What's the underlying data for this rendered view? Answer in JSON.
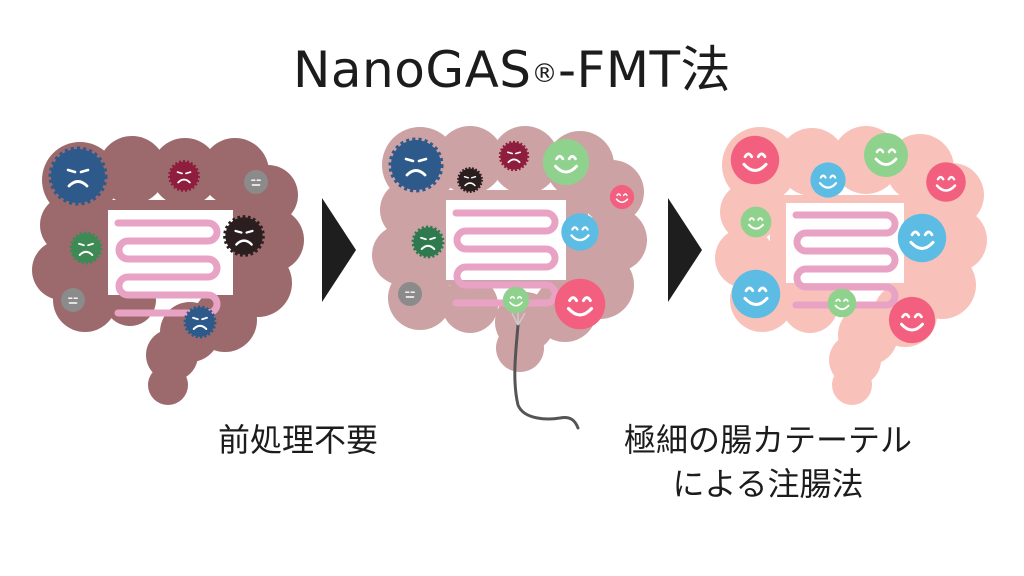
{
  "title": {
    "main": "NanoGAS",
    "mark": "®",
    "suffix": "-FMT法"
  },
  "captions": {
    "no_pretreatment": "前処理不要",
    "catheter_line1": "極細の腸カテーテル",
    "catheter_line2": "による注腸法"
  },
  "colors": {
    "intestine_before": "#9c6a6c",
    "intestine_middle": "#cca2a4",
    "intestine_after": "#f8c2bb",
    "small_intestine": "#e8a2c4",
    "arrow": "#1e1e1e"
  },
  "stages": [
    {
      "name": "before",
      "bacteria": [
        "sad-dark-blue",
        "sad-crimson",
        "neutral-gray",
        "sad-green",
        "sad-black",
        "neutral-gray",
        "sad-blue"
      ]
    },
    {
      "name": "during",
      "bacteria": [
        "sad-dark-blue",
        "sad-crimson",
        "sad-black",
        "happy-green",
        "happy-pink",
        "happy-blue",
        "sad-green",
        "neutral-gray",
        "happy-green",
        "happy-pink"
      ]
    },
    {
      "name": "after",
      "bacteria": [
        "happy-pink",
        "happy-green",
        "happy-blue",
        "happy-pink",
        "happy-green",
        "happy-blue",
        "happy-blue",
        "happy-green",
        "happy-pink"
      ]
    }
  ]
}
